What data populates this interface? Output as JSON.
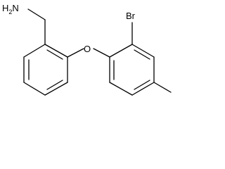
{
  "molecule": {
    "labels": {
      "amine_h": "H",
      "amine_sub": "2",
      "amine_n": "N",
      "oxygen": "O",
      "bromine": "Br"
    }
  }
}
